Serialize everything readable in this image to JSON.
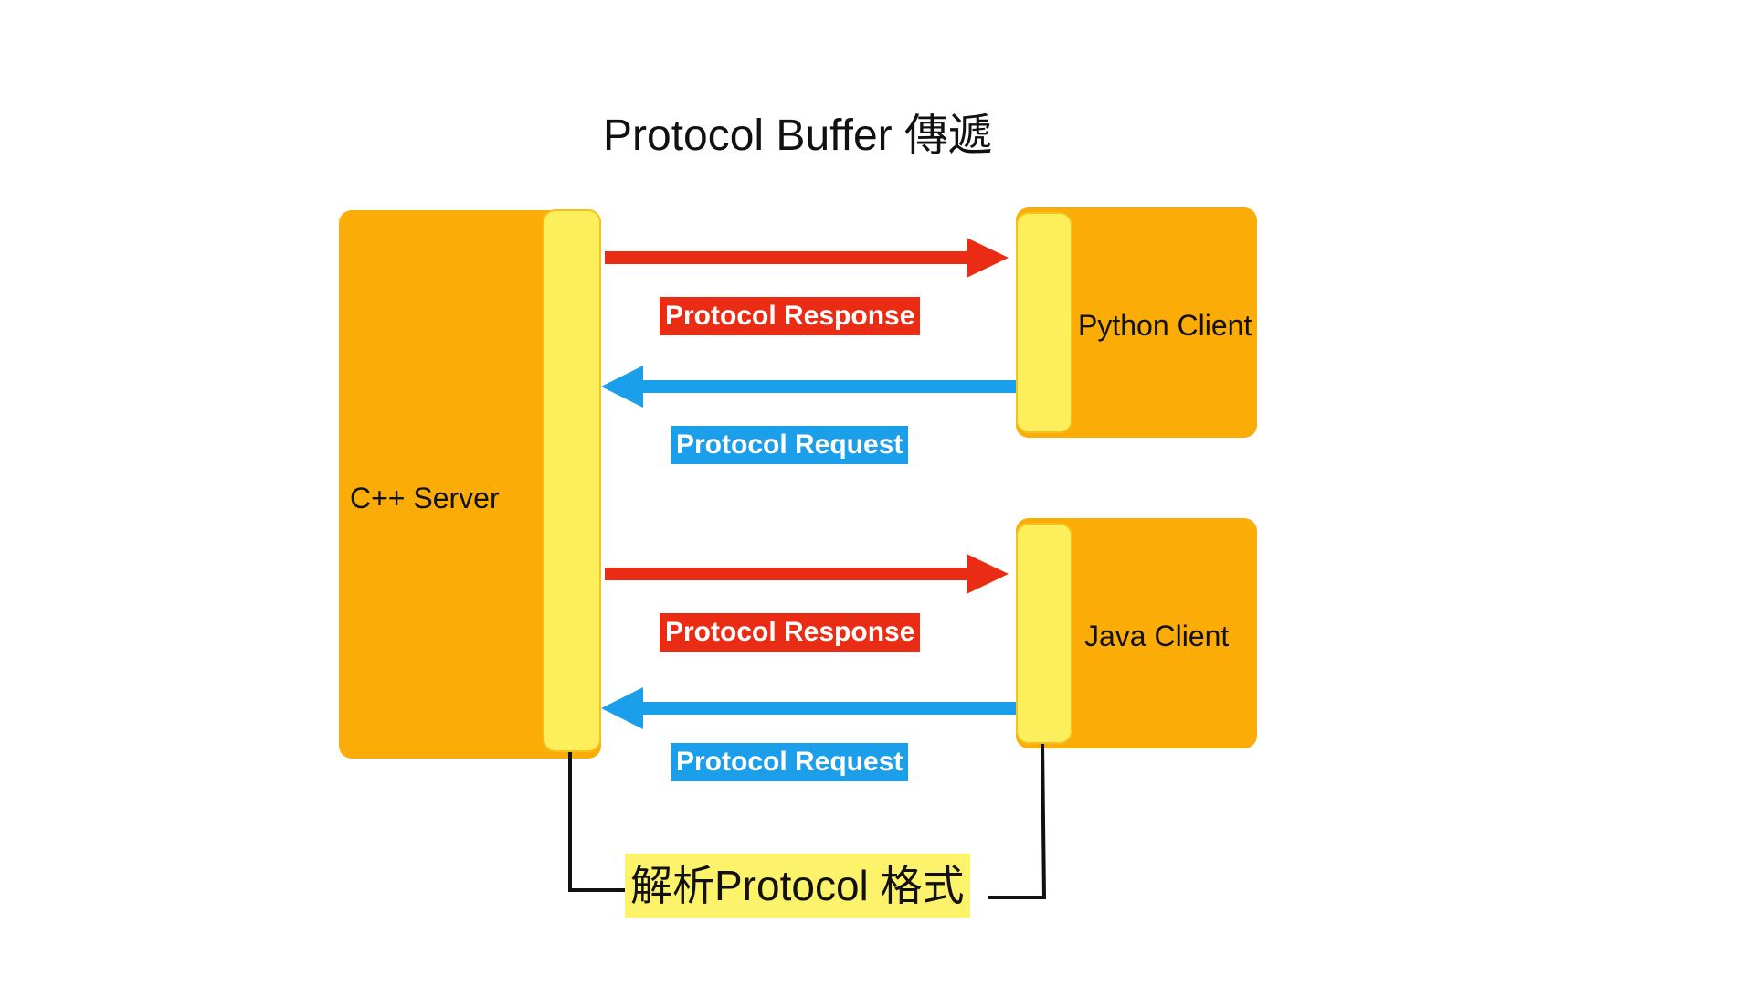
{
  "title": "Protocol Buffer 傳遞",
  "server": {
    "label": "C++ Server"
  },
  "clients": [
    {
      "label": "Python Client"
    },
    {
      "label": "Java Client"
    }
  ],
  "messages": {
    "response": "Protocol Response",
    "request": "Protocol Request"
  },
  "parser": {
    "label": "解析Protocol 格式"
  },
  "colors": {
    "box": "#FBAC07",
    "strip": "#FDEE5C",
    "response": "#EA2C14",
    "request": "#1C9FEA",
    "parser_bg": "#FDF36A",
    "connector": "#111111"
  }
}
